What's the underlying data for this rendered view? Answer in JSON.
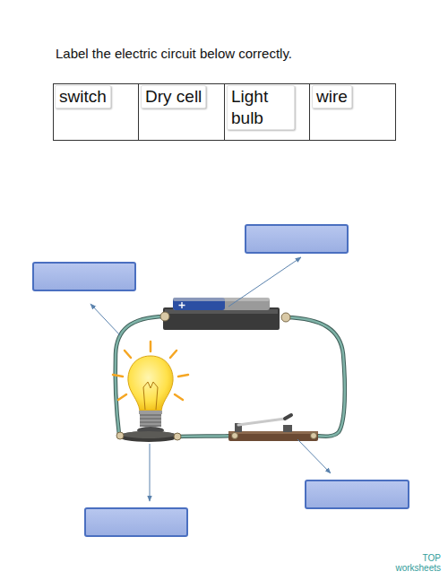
{
  "diagram": {
    "title": "Label the electric circuit below correctly.",
    "labels": [
      "switch",
      "Dry cell",
      "Light bulb",
      "wire",
      "TOP worksheets"
    ]
  }
}
